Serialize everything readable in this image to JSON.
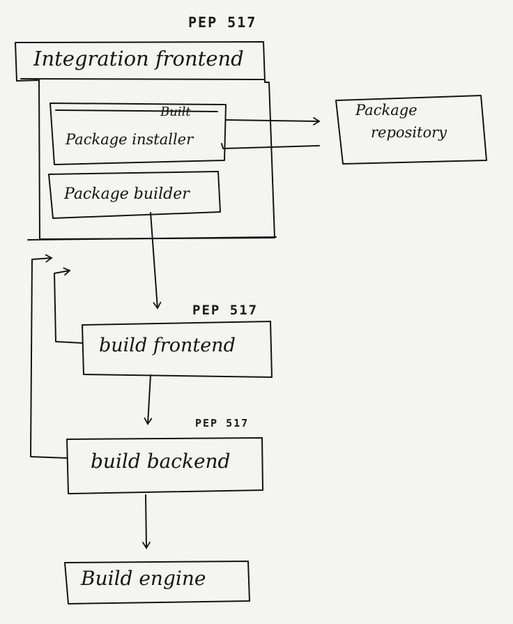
{
  "diagram": {
    "labels": {
      "pep_top": "PEP 517",
      "integration_frontend": "Integration frontend",
      "built": "Built",
      "package_installer": "Package installer",
      "package_builder": "Package builder",
      "package_repository_line1": "Package",
      "package_repository_line2": "repository",
      "pep_build_frontend": "PEP 517",
      "build_frontend": "build frontend",
      "pep_build_backend": "PEP 517",
      "build_backend": "build backend",
      "build_engine": "Build engine"
    },
    "colors": {
      "ink": "#141414",
      "paper": "#f4f4f2"
    }
  }
}
